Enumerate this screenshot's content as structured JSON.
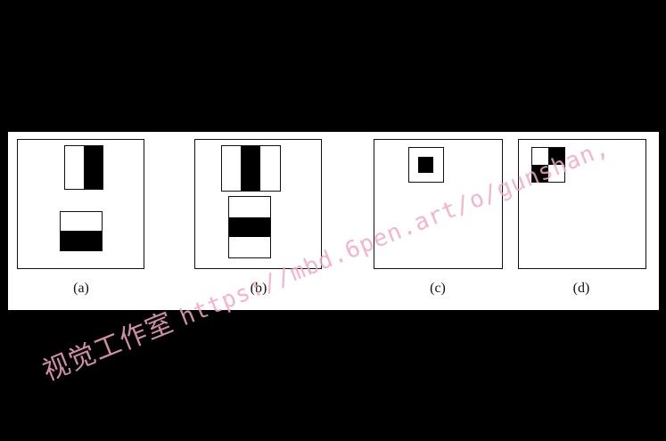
{
  "panels": [
    {
      "id": "a",
      "label": "(a)"
    },
    {
      "id": "b",
      "label": "(b)"
    },
    {
      "id": "c",
      "label": "(c)"
    },
    {
      "id": "d",
      "label": "(d)"
    }
  ],
  "colors": {
    "background": "#000000",
    "panel": "#ffffff",
    "feature_dark": "#000000",
    "watermark": "#f4a6c8"
  },
  "watermark": {
    "chinese": "视觉工作室",
    "url": "https://mbd.6pen.art/o/gunshan,"
  }
}
